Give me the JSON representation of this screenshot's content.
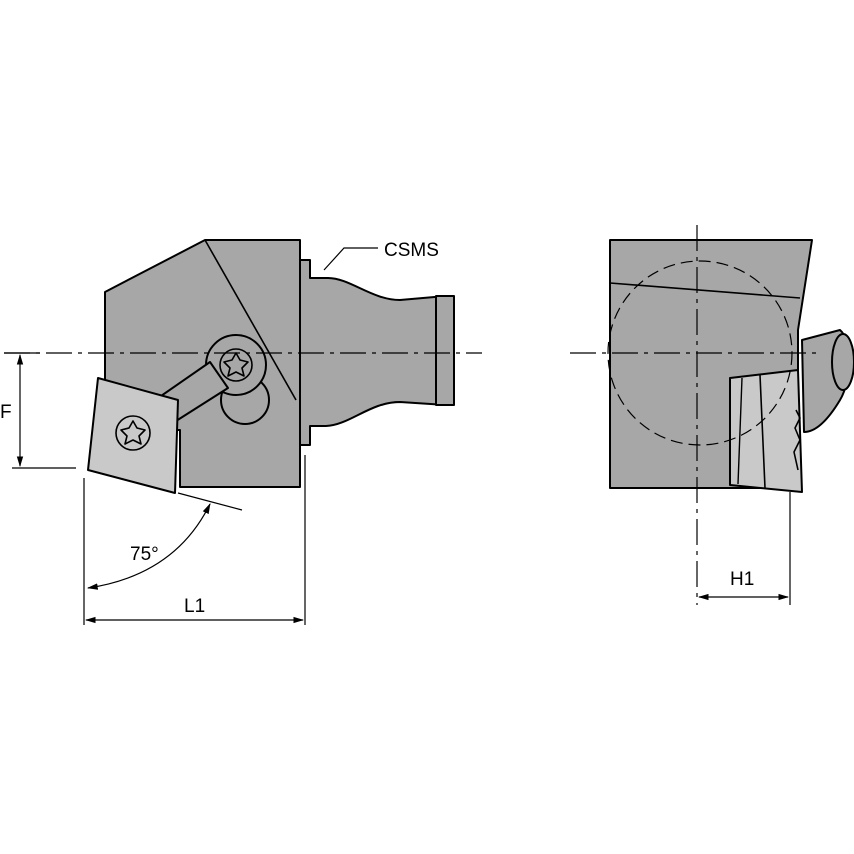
{
  "labels": {
    "csms": "CSMS",
    "f": "F",
    "angle": "75°",
    "l1": "L1",
    "h1": "H1"
  },
  "colors": {
    "body": "#a7a7a7",
    "insert": "#c9c9c9",
    "line": "#000000",
    "background": "#ffffff"
  }
}
